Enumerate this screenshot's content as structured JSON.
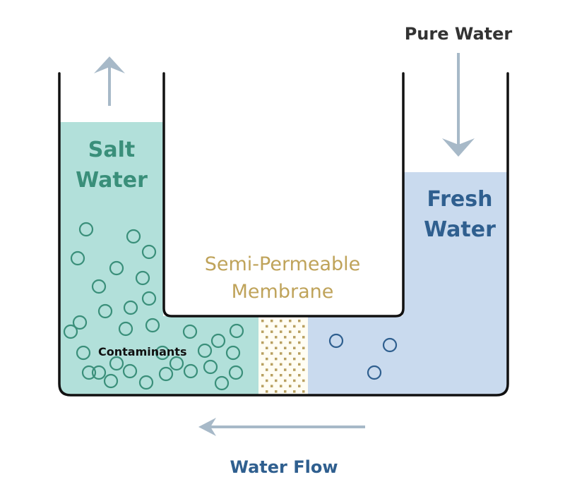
{
  "labels": {
    "pure_water": "Pure Water",
    "salt_water_line1": "Salt",
    "salt_water_line2": "Water",
    "fresh_water_line1": "Fresh",
    "fresh_water_line2": "Water",
    "membrane_line1": "Semi-Permeable",
    "membrane_line2": "Membrane",
    "contaminants": "Contaminants",
    "water_flow": "Water Flow"
  },
  "colors": {
    "salt_fill": "#b2e0da",
    "salt_text": "#3a8f7a",
    "salt_particle": "#3a8f7a",
    "fresh_fill": "#c9daee",
    "fresh_text": "#2f5f8f",
    "fresh_particle": "#2f5f8f",
    "membrane_text": "#bfa35a",
    "membrane_dot": "#b8a060",
    "arrow": "#a7b9c8",
    "tank_outline": "#111111",
    "pure_water_text": "#333333",
    "contaminants_text": "#111111",
    "water_flow_text": "#2f5f8f"
  },
  "particles": {
    "salt_count": 33,
    "fresh_count": 3
  }
}
